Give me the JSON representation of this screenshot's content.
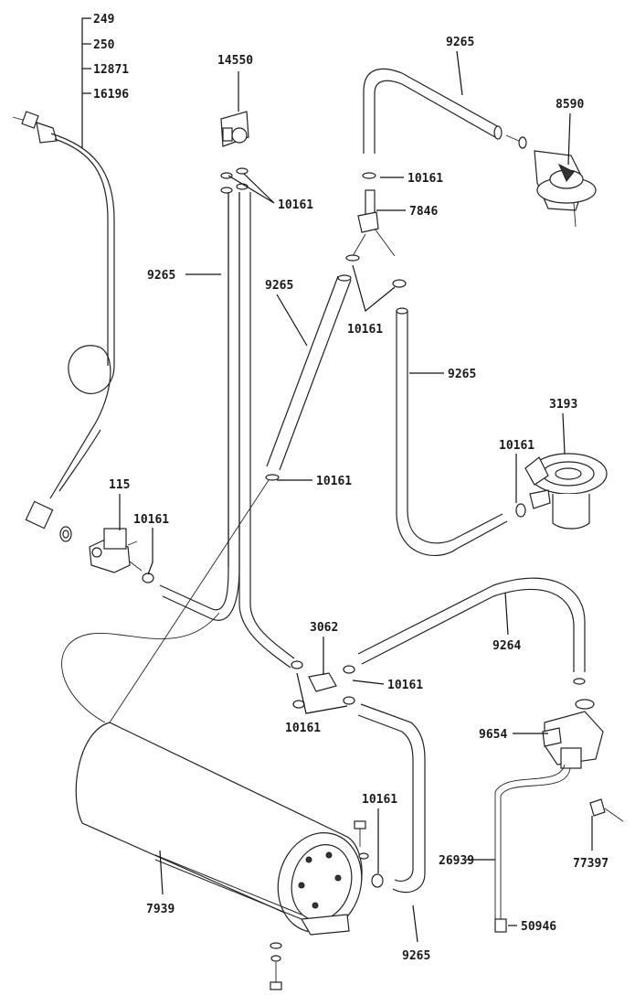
{
  "labels": {
    "l249": "249",
    "l250": "250",
    "l12871": "12871",
    "l16196": "16196",
    "l14550": "14550",
    "l9265_top": "9265",
    "l8590": "8590",
    "l10161_a": "10161",
    "l7846": "7846",
    "l10161_b": "10161",
    "l9265_left": "9265",
    "l9265_mid": "9265",
    "l10161_c": "10161",
    "l9265_right": "9265",
    "l3193": "3193",
    "l10161_d": "10161",
    "l10161_e": "10161",
    "l115": "115",
    "l10161_f": "10161",
    "l3062": "3062",
    "l9264": "9264",
    "l10161_g": "10161",
    "l10161_h": "10161",
    "l9654": "9654",
    "l10161_i": "10161",
    "l77397": "77397",
    "l26939": "26939",
    "l7939": "7939",
    "l50946": "50946",
    "l9265_bottom": "9265"
  }
}
